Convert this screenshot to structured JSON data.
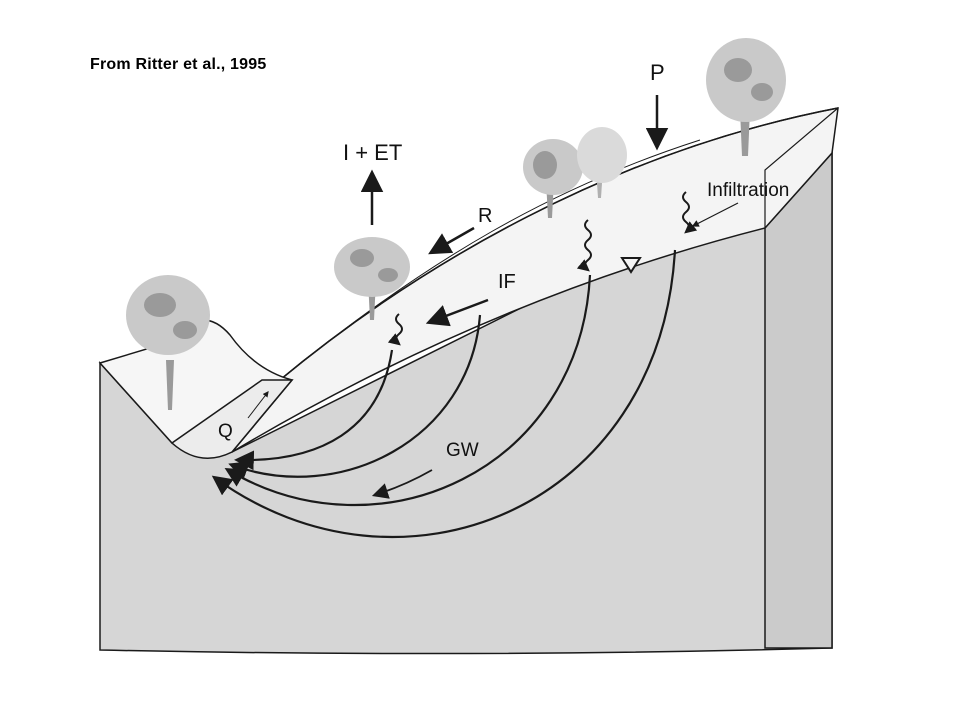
{
  "source_caption": "From Ritter et al., 1995",
  "labels": {
    "precipitation": "P",
    "interception_evapotranspiration": "I + ET",
    "infiltration": "Infiltration",
    "runoff": "R",
    "interflow": "IF",
    "groundwater": "GW",
    "discharge": "Q"
  },
  "colors": {
    "ground_fill": "#d6d6d6",
    "soil_layer": "#f4f4f4",
    "tree_crown": "#c9c9c9",
    "tree_shadow": "#9a9a9a",
    "line": "#1a1a1a"
  },
  "icons": {
    "water_table": "inverted-triangle",
    "infiltration": "wavy-arrow"
  }
}
